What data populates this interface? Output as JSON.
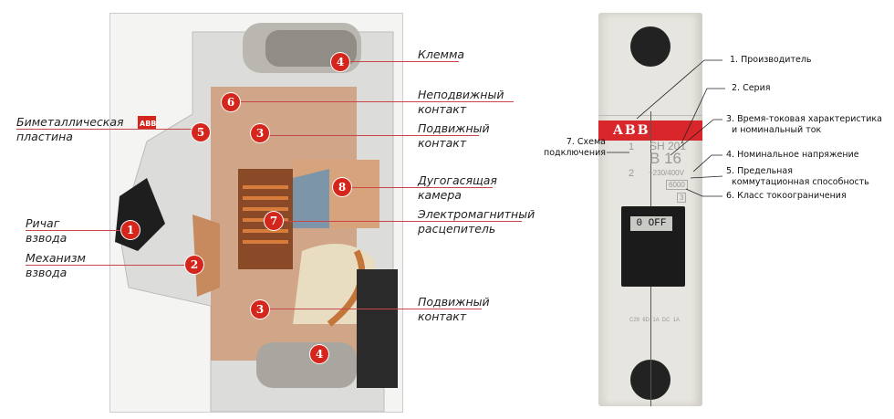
{
  "cutaway": {
    "logo": "ABB",
    "labels": {
      "terminal": "Клемма",
      "fixed_contact": [
        "Неподвижный",
        "контакт"
      ],
      "moving_contact_top": [
        "Подвижный",
        "контакт"
      ],
      "arc_chamber": [
        "Дугогасящая",
        "камера"
      ],
      "em_release": [
        "Электромагнитный",
        "расцепитель"
      ],
      "moving_contact_bottom": [
        "Подвижный",
        "контакт"
      ],
      "bimetal": [
        "Биметаллическая",
        "пластина"
      ],
      "lever": [
        "Ричаг",
        "взвода"
      ],
      "mechanism": [
        "Механизм",
        "взвода"
      ]
    },
    "markers": [
      "4",
      "6",
      "5",
      "3",
      "8",
      "7",
      "1",
      "2",
      "3",
      "4"
    ]
  },
  "device": {
    "brand": "ABB",
    "series": "SH 201",
    "rating": "B 16",
    "voltage": "~230/400V",
    "capacity": "6000",
    "class": "3",
    "pin1": "1",
    "pin2": "2",
    "switch_state": "0 OFF",
    "bottom_text": "C29  6D  1A  DC  1A",
    "labels": {
      "l1": "1. Производитель",
      "l2": "2. Серия",
      "l3": [
        "3. Время-токовая характеристика",
        "и номинальный ток"
      ],
      "l4": "4. Номинальное напряжение",
      "l5": [
        "5. Предельная",
        "коммутационная способность"
      ],
      "l6": "6. Класс токоограничения",
      "l7": [
        "7. Схема",
        "подключения"
      ]
    }
  }
}
